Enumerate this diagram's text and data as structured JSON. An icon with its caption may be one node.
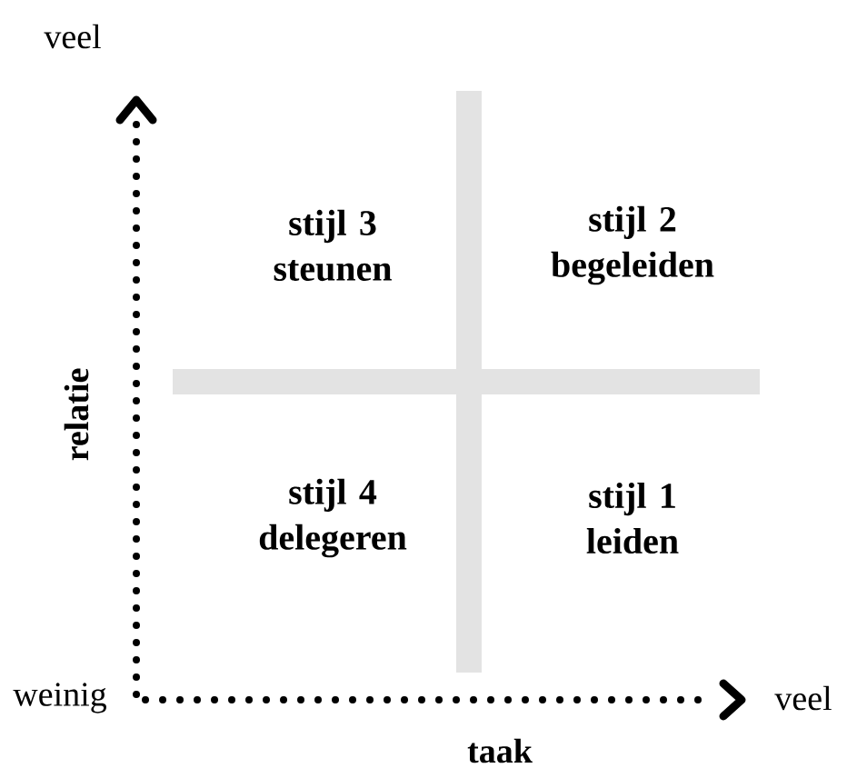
{
  "diagram": {
    "labels": [
      "veel",
      "stijl 3 steunen",
      "stijl 2 begeleiden",
      "relatie",
      "stijl 4 delegeren",
      "stijl 1 leiden",
      "weinig",
      "veel",
      "taak"
    ]
  }
}
